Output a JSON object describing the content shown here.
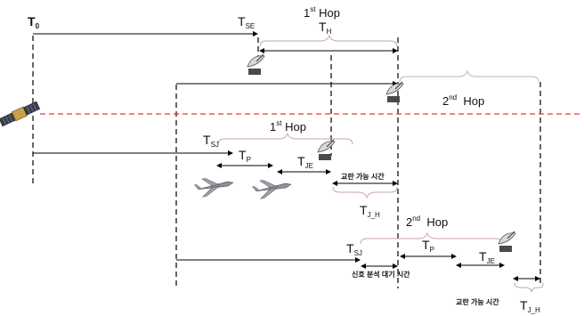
{
  "labels": {
    "t0": "T",
    "t0_sub": "0",
    "tse": "T",
    "tse_sub": "SE",
    "th": "T",
    "th_sub": "H",
    "hop1_top_num": "1",
    "hop1_top_sup": "st",
    "hop1_top_word": "Hop",
    "hop2_top_num": "2",
    "hop2_top_sup": "nd",
    "hop2_top_word": "Hop",
    "hop1_mid_num": "1",
    "hop1_mid_sup": "st",
    "hop1_mid_word": "Hop",
    "tsj1": "T",
    "tsj1_sub": "SJ",
    "tp1": "T",
    "tp1_sub": "P",
    "tje1": "T",
    "tje1_sub": "JE",
    "jam_time1": "교란 가능 시간",
    "tjh1": "T",
    "tjh1_sub": "J_H",
    "hop2_low_num": "2",
    "hop2_low_sup": "nd",
    "hop2_low_word": "Hop",
    "tsj2": "T",
    "tsj2_sub": "SJ",
    "tp2": "T",
    "tp2_sub": "P",
    "tje2": "T",
    "tje2_sub": "JE",
    "wait_time": "신호 분석 대기 시간",
    "jam_time2": "교란 가능 시간",
    "tjh2": "T",
    "tjh2_sub": "J_H"
  },
  "icons": {
    "satellite": "satellite-icon",
    "dish": "satellite-dish-icon",
    "drone": "drone-icon"
  },
  "colors": {
    "line": "#000000",
    "red_dashed": "#e53935",
    "brace": "#c9a6a6",
    "hop_brace": "#b8b8b8"
  }
}
